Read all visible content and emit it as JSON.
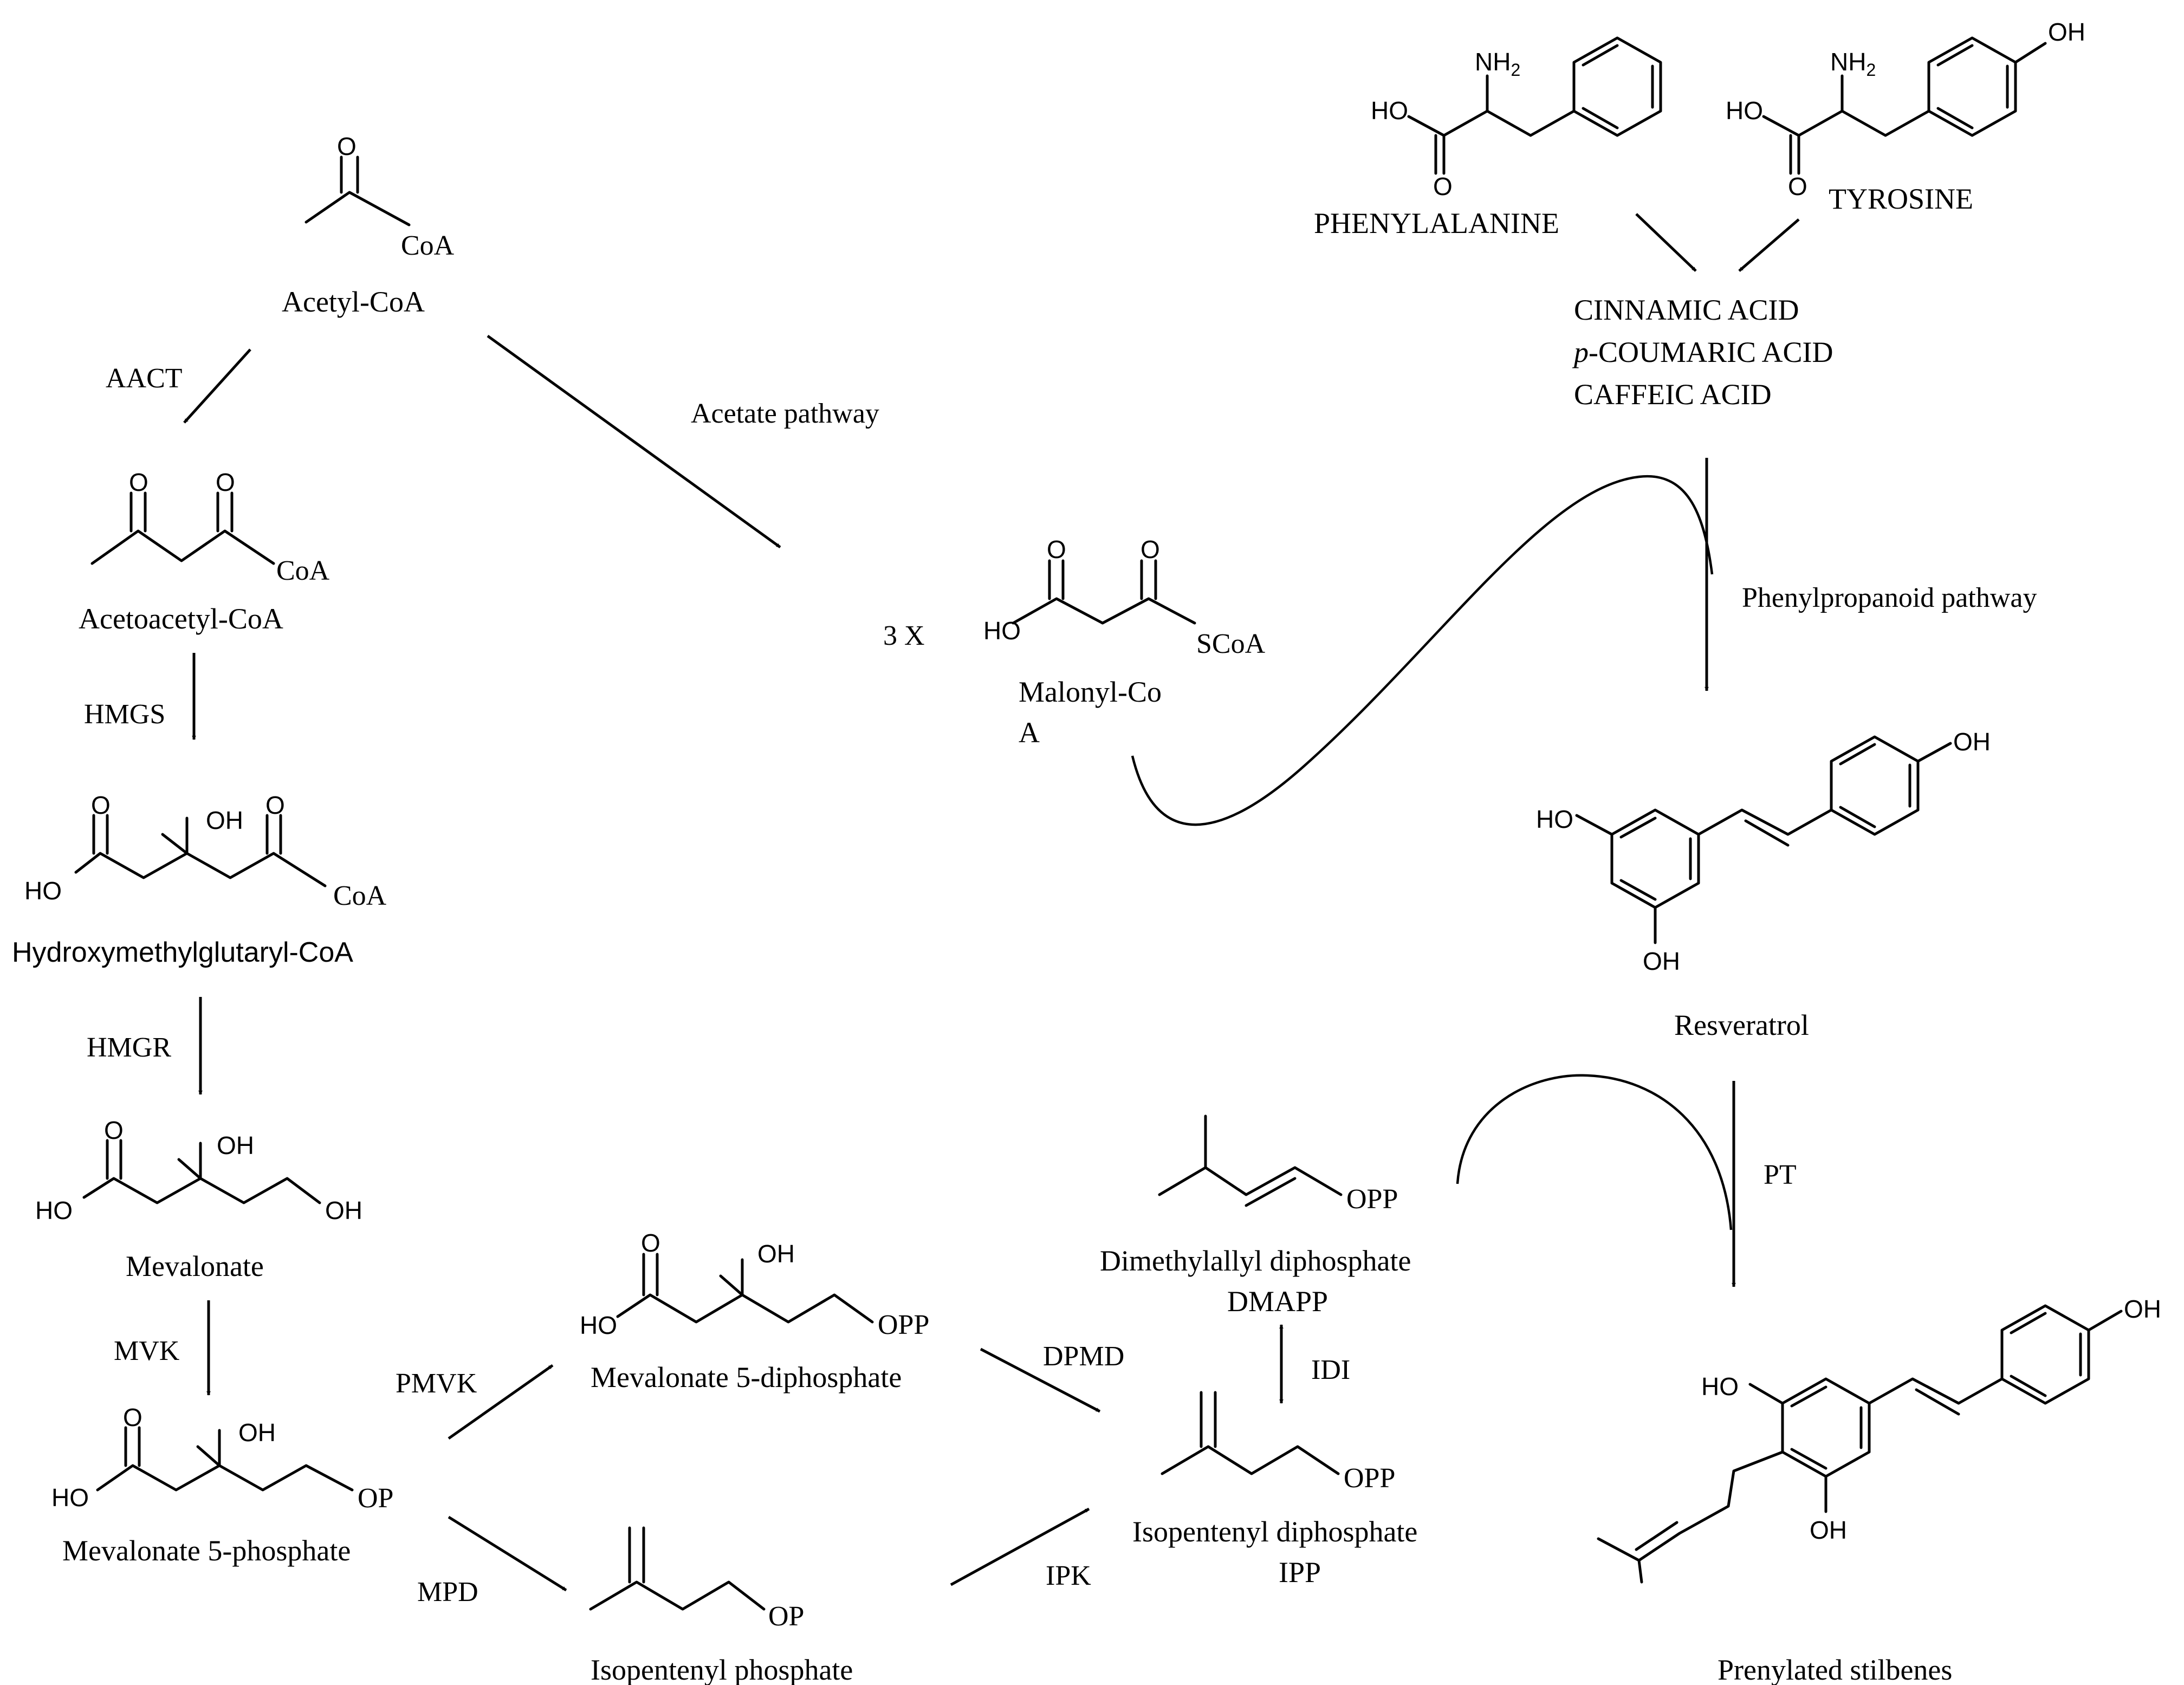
{
  "compounds": {
    "acetyl_coa": "Acetyl-CoA",
    "acetoacetyl_coa": "Acetoacetyl-CoA",
    "hmg_coa": "Hydroxymethylglutaryl-CoA",
    "mevalonate": "Mevalonate",
    "mevalonate_5p": "Mevalonate 5-phosphate",
    "mevalonate_5pp": "Mevalonate 5-diphosphate",
    "isopentenyl_p": "Isopentenyl phosphate",
    "dmapp_name": "Dimethylallyl diphosphate",
    "dmapp_abbr": "DMAPP",
    "ipp_name": "Isopentenyl diphosphate",
    "ipp_abbr": "IPP",
    "malonyl_coa_1": "Malonyl-Co",
    "malonyl_coa_2": "A",
    "phenylalanine": "PHENYLALANINE",
    "tyrosine": "TYROSINE",
    "cinnamic": "CINNAMIC ACID",
    "coumaric_prefix": "p",
    "coumaric": "-COUMARIC ACID",
    "caffeic": "CAFFEIC ACID",
    "resveratrol": "Resveratrol",
    "prenylated": "Prenylated stilbenes"
  },
  "enzymes": {
    "aact": "AACT",
    "hmgs": "HMGS",
    "hmgr": "HMGR",
    "mvk": "MVK",
    "pmvk": "PMVK",
    "mpd": "MPD",
    "dpmd": "DPMD",
    "ipk": "IPK",
    "idi": "IDI",
    "pt": "PT"
  },
  "pathways": {
    "acetate": "Acetate pathway",
    "phenylpropanoid": "Phenylpropanoid pathway"
  },
  "stoichiometry": "3 X",
  "atoms": {
    "coa": "CoA",
    "scoa": "SCoA",
    "oxygen": "O",
    "oh": "OH",
    "ho": "HO",
    "nh2_main": "NH",
    "nh2_sub": "2",
    "op": "OP",
    "opp": "OPP"
  }
}
